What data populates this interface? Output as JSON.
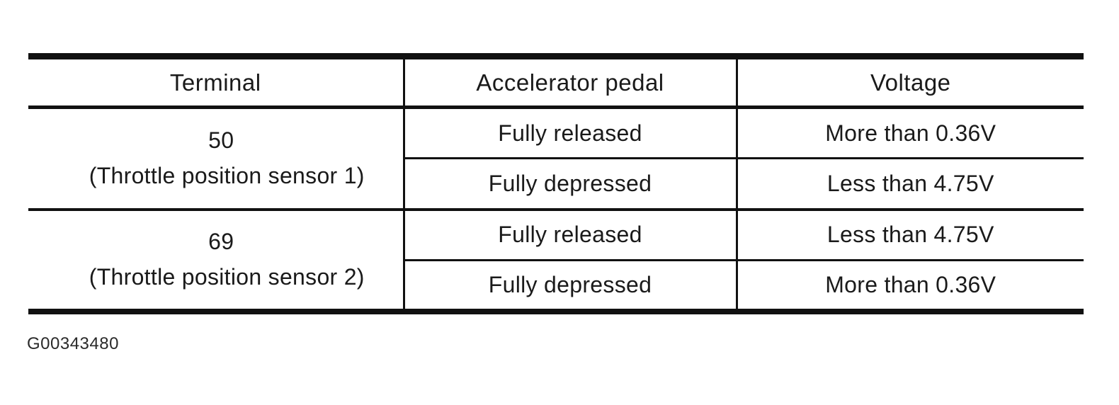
{
  "table": {
    "headers": [
      "Terminal",
      "Accelerator pedal",
      "Voltage"
    ],
    "groups": [
      {
        "terminal_line1": "50",
        "terminal_line2": "(Throttle position sensor 1)",
        "rows": [
          {
            "pedal": "Fully released",
            "voltage": "More than 0.36V"
          },
          {
            "pedal": "Fully depressed",
            "voltage": "Less than 4.75V"
          }
        ]
      },
      {
        "terminal_line1": "69",
        "terminal_line2": "(Throttle position sensor 2)",
        "rows": [
          {
            "pedal": "Fully released",
            "voltage": "Less than 4.75V"
          },
          {
            "pedal": "Fully depressed",
            "voltage": "More than 0.36V"
          }
        ]
      }
    ]
  },
  "figure_id": "G00343480"
}
